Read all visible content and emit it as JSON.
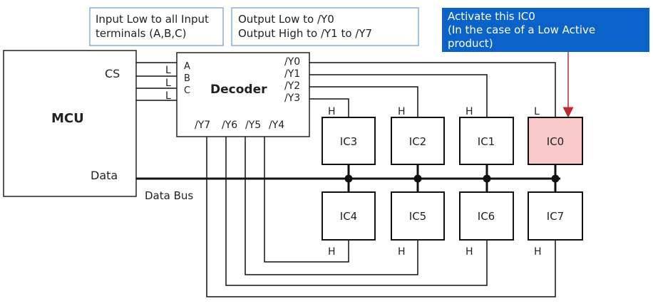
{
  "colors": {
    "callout_bg": "#0b63c9",
    "callout_text": "#ffffff",
    "active_ic_fill": "#f7c9c9",
    "arrow": "#c0282d",
    "note_border": "#6a9ad0"
  },
  "notes": {
    "inputs_line1": "Input Low to all Input",
    "inputs_line2": "terminals (A,B,C)",
    "outputs_line1": "Output Low to /Y0",
    "outputs_line2": "Output High to /Y1 to /Y7"
  },
  "callout": {
    "line1": "Activate this IC0",
    "line2": "(In the case of a Low Active",
    "line3": "product)"
  },
  "mcu": {
    "title": "MCU",
    "cs_label": "CS",
    "data_label": "Data"
  },
  "decoder": {
    "title": "Decoder",
    "inputs": [
      "A",
      "B",
      "C"
    ],
    "input_levels": [
      "L",
      "L",
      "L"
    ],
    "outputs_right": [
      "/Y0",
      "/Y1",
      "/Y2",
      "/Y3"
    ],
    "outputs_bottom": [
      "/Y7",
      "/Y6",
      "/Y5",
      "/Y4"
    ]
  },
  "data_bus_label": "Data Bus",
  "ics_top": [
    {
      "name": "IC3",
      "level": "H"
    },
    {
      "name": "IC2",
      "level": "H"
    },
    {
      "name": "IC1",
      "level": "H"
    },
    {
      "name": "IC0",
      "level": "L"
    }
  ],
  "ics_bottom": [
    {
      "name": "IC4",
      "level": "H"
    },
    {
      "name": "IC5",
      "level": "H"
    },
    {
      "name": "IC6",
      "level": "H"
    },
    {
      "name": "IC7",
      "level": "H"
    }
  ]
}
